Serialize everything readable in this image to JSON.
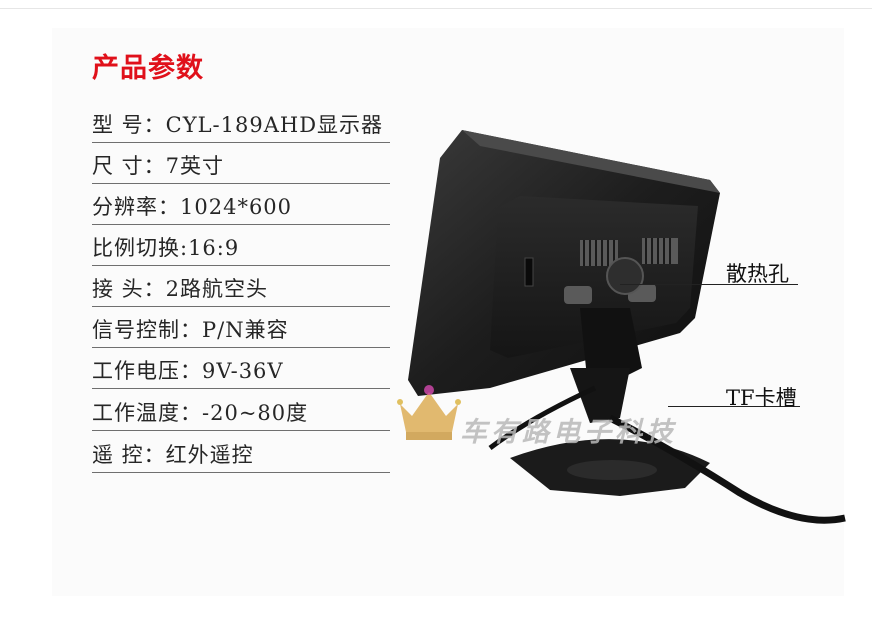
{
  "product": {
    "section_title": "产品参数",
    "specs": [
      {
        "text": "型 号：CYL-189AHD显示器"
      },
      {
        "text": "尺 寸：7英寸"
      },
      {
        "text": "分辨率：1024*600"
      },
      {
        "text": "比例切换:16:9"
      },
      {
        "text": "接 头：2路航空头"
      },
      {
        "text": "信号控制：P/N兼容"
      },
      {
        "text": "工作电压：9V-36V"
      },
      {
        "text": "工作温度：-20~80度"
      },
      {
        "text": "遥 控：红外遥控"
      }
    ]
  },
  "callouts": {
    "vent_label": "散热孔",
    "tf_label": "TF卡槽"
  },
  "watermark": {
    "text": "车有路电子科技"
  },
  "colors": {
    "title_red": "#e0101a",
    "monitor_body": "#1c1c1c"
  }
}
